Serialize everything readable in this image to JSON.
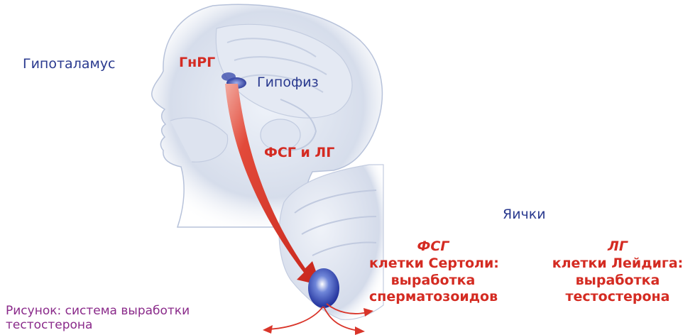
{
  "labels": {
    "hypothalamus": "Гипоталамус",
    "gnrh": "ГнРГ",
    "pituitary": "Гипофиз",
    "fsh_lh": "ФСГ и ЛГ",
    "testes": "Яички"
  },
  "sertoli": {
    "hormone": "ФСГ",
    "line1": "клетки Сертоли:",
    "line2": "выработка",
    "line3": "сперматозоидов"
  },
  "leydig": {
    "hormone": "ЛГ",
    "line1": "клетки Лейдига:",
    "line2": "выработка",
    "line3": "тестостерона"
  },
  "caption": {
    "line1": "Рисунок: система выработки",
    "line2": "тестостерона"
  },
  "colors": {
    "label_blue": "#2a3a8f",
    "label_red": "#d42b22",
    "caption_purple": "#8a2a8a",
    "anatomy": "#c9d3e6",
    "arrow": "#d9352a"
  }
}
